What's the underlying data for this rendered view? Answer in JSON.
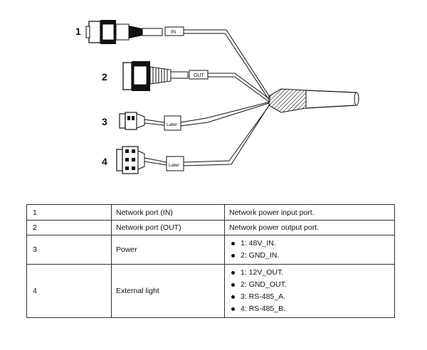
{
  "diagram": {
    "callouts": [
      "1",
      "2",
      "3",
      "4"
    ],
    "tags": {
      "in": "IN",
      "out": "OUT",
      "label3": "Label",
      "label4": "Label"
    }
  },
  "table": {
    "rows": [
      {
        "num": "1",
        "name": "Network port (IN)",
        "desc": "Network power input port."
      },
      {
        "num": "2",
        "name": "Network port (OUT)",
        "desc": "Network power output port."
      },
      {
        "num": "3",
        "name": "Power",
        "pins": [
          "1: 48V_IN.",
          "2: GND_IN."
        ]
      },
      {
        "num": "4",
        "name": "External light",
        "pins": [
          "1: 12V_OUT.",
          "2: GND_OUT.",
          "3: RS-485_A.",
          "4: RS-485_B."
        ]
      }
    ]
  }
}
